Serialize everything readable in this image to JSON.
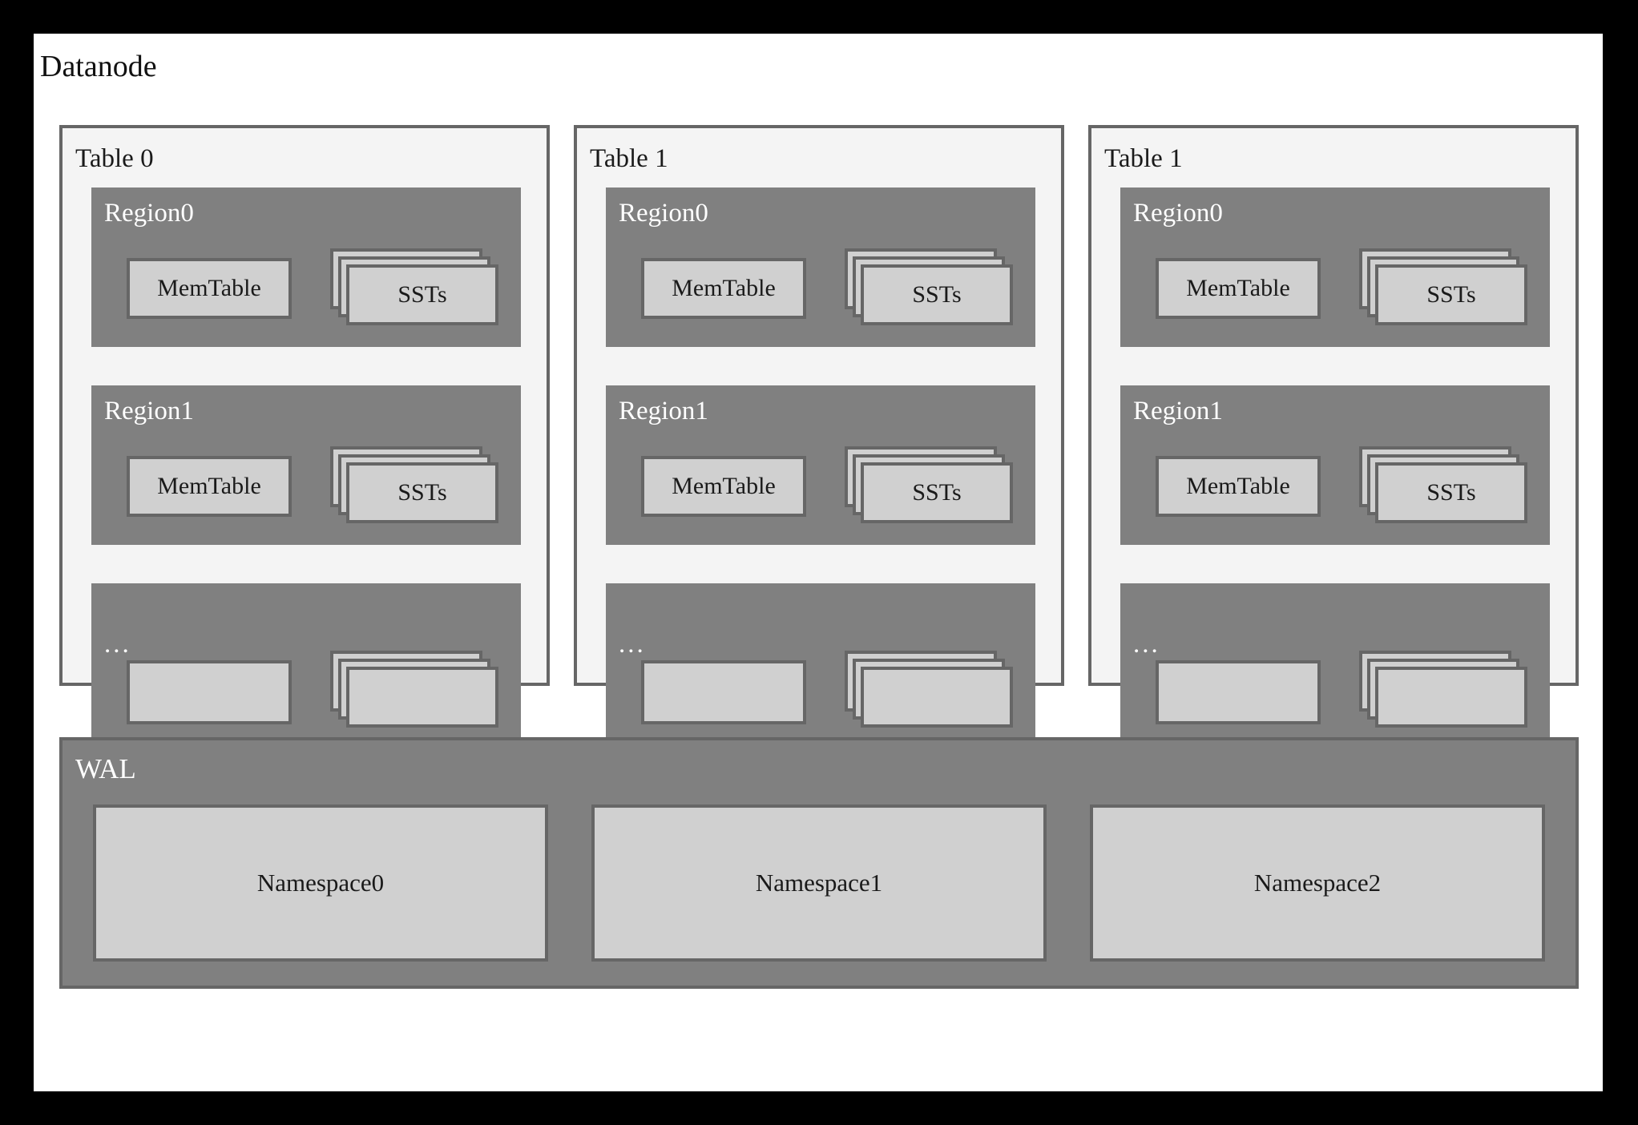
{
  "diagram": {
    "title": "Datanode",
    "colors": {
      "page_background": "#000000",
      "card_background": "#ffffff",
      "table_panel_fill": "#f4f4f4",
      "region_fill": "#808080",
      "box_fill": "#d0d0d0",
      "border": "#666666",
      "dark_text": "#1a1a1a",
      "light_text": "#ffffff"
    },
    "tables": [
      {
        "label": "Table 0",
        "regions": [
          {
            "label": "Region0",
            "memtable_label": "MemTable",
            "sst_label": "SSTs",
            "sst_layers": 3
          },
          {
            "label": "Region1",
            "memtable_label": "MemTable",
            "sst_label": "SSTs",
            "sst_layers": 3
          },
          {
            "label": "...",
            "memtable_label": "",
            "sst_label": "",
            "sst_layers": 3
          }
        ]
      },
      {
        "label": "Table 1",
        "regions": [
          {
            "label": "Region0",
            "memtable_label": "MemTable",
            "sst_label": "SSTs",
            "sst_layers": 3
          },
          {
            "label": "Region1",
            "memtable_label": "MemTable",
            "sst_label": "SSTs",
            "sst_layers": 3
          },
          {
            "label": "...",
            "memtable_label": "",
            "sst_label": "",
            "sst_layers": 3
          }
        ]
      },
      {
        "label": "Table 1",
        "regions": [
          {
            "label": "Region0",
            "memtable_label": "MemTable",
            "sst_label": "SSTs",
            "sst_layers": 3
          },
          {
            "label": "Region1",
            "memtable_label": "MemTable",
            "sst_label": "SSTs",
            "sst_layers": 3
          },
          {
            "label": "...",
            "memtable_label": "",
            "sst_label": "",
            "sst_layers": 3
          }
        ]
      }
    ],
    "wal": {
      "label": "WAL",
      "namespaces": [
        {
          "label": "Namespace0"
        },
        {
          "label": "Namespace1"
        },
        {
          "label": "Namespace2"
        }
      ]
    }
  }
}
